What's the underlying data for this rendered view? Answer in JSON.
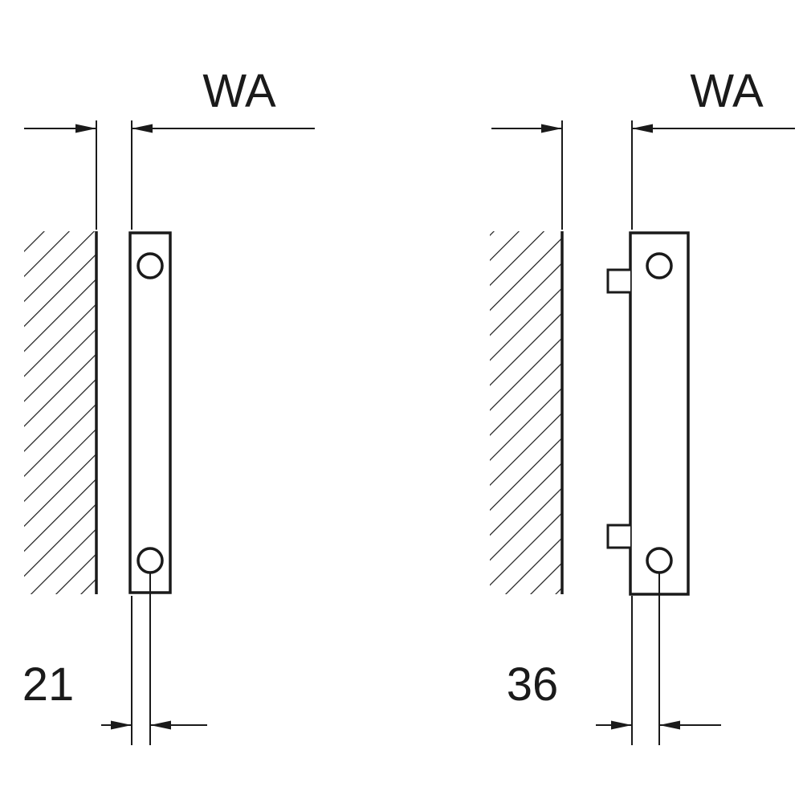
{
  "diagram": {
    "type": "technical-drawing",
    "colors": {
      "line": "#1a1a1a",
      "background": "#ffffff"
    },
    "figures": [
      {
        "position": "left",
        "top_dimension_label": "WA",
        "bottom_dimension_value": "21"
      },
      {
        "position": "right",
        "top_dimension_label": "WA",
        "bottom_dimension_value": "36"
      }
    ]
  }
}
